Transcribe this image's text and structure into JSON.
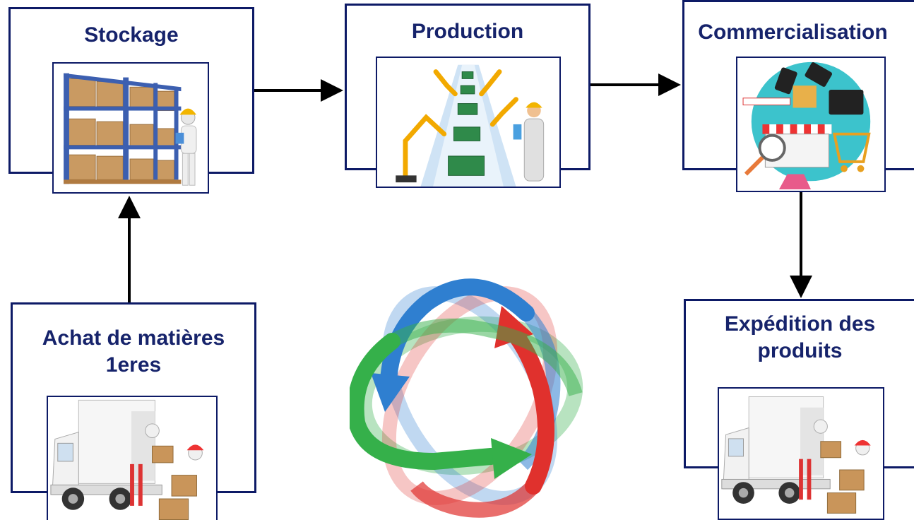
{
  "nodes": {
    "stockage": {
      "title": "Stockage",
      "illustration": "warehouse-shelves-worker"
    },
    "production": {
      "title": "Production",
      "illustration": "robotic-assembly-line"
    },
    "commercialisation": {
      "title": "Commercialisation",
      "illustration": "online-shop-storefront"
    },
    "achat": {
      "title": "Achat de matières 1eres",
      "illustration": "delivery-truck-loading"
    },
    "expedition": {
      "title": "Expédition des produits",
      "illustration": "delivery-truck-loading"
    }
  },
  "colors": {
    "box_border": "#0d1a66",
    "title_text": "#16236b",
    "arrow": "#000000",
    "cycle_blue": "#2f7fd0",
    "cycle_red": "#e0312d",
    "cycle_green": "#35b04a"
  },
  "center_graphic": "cycle-arrows-icon"
}
